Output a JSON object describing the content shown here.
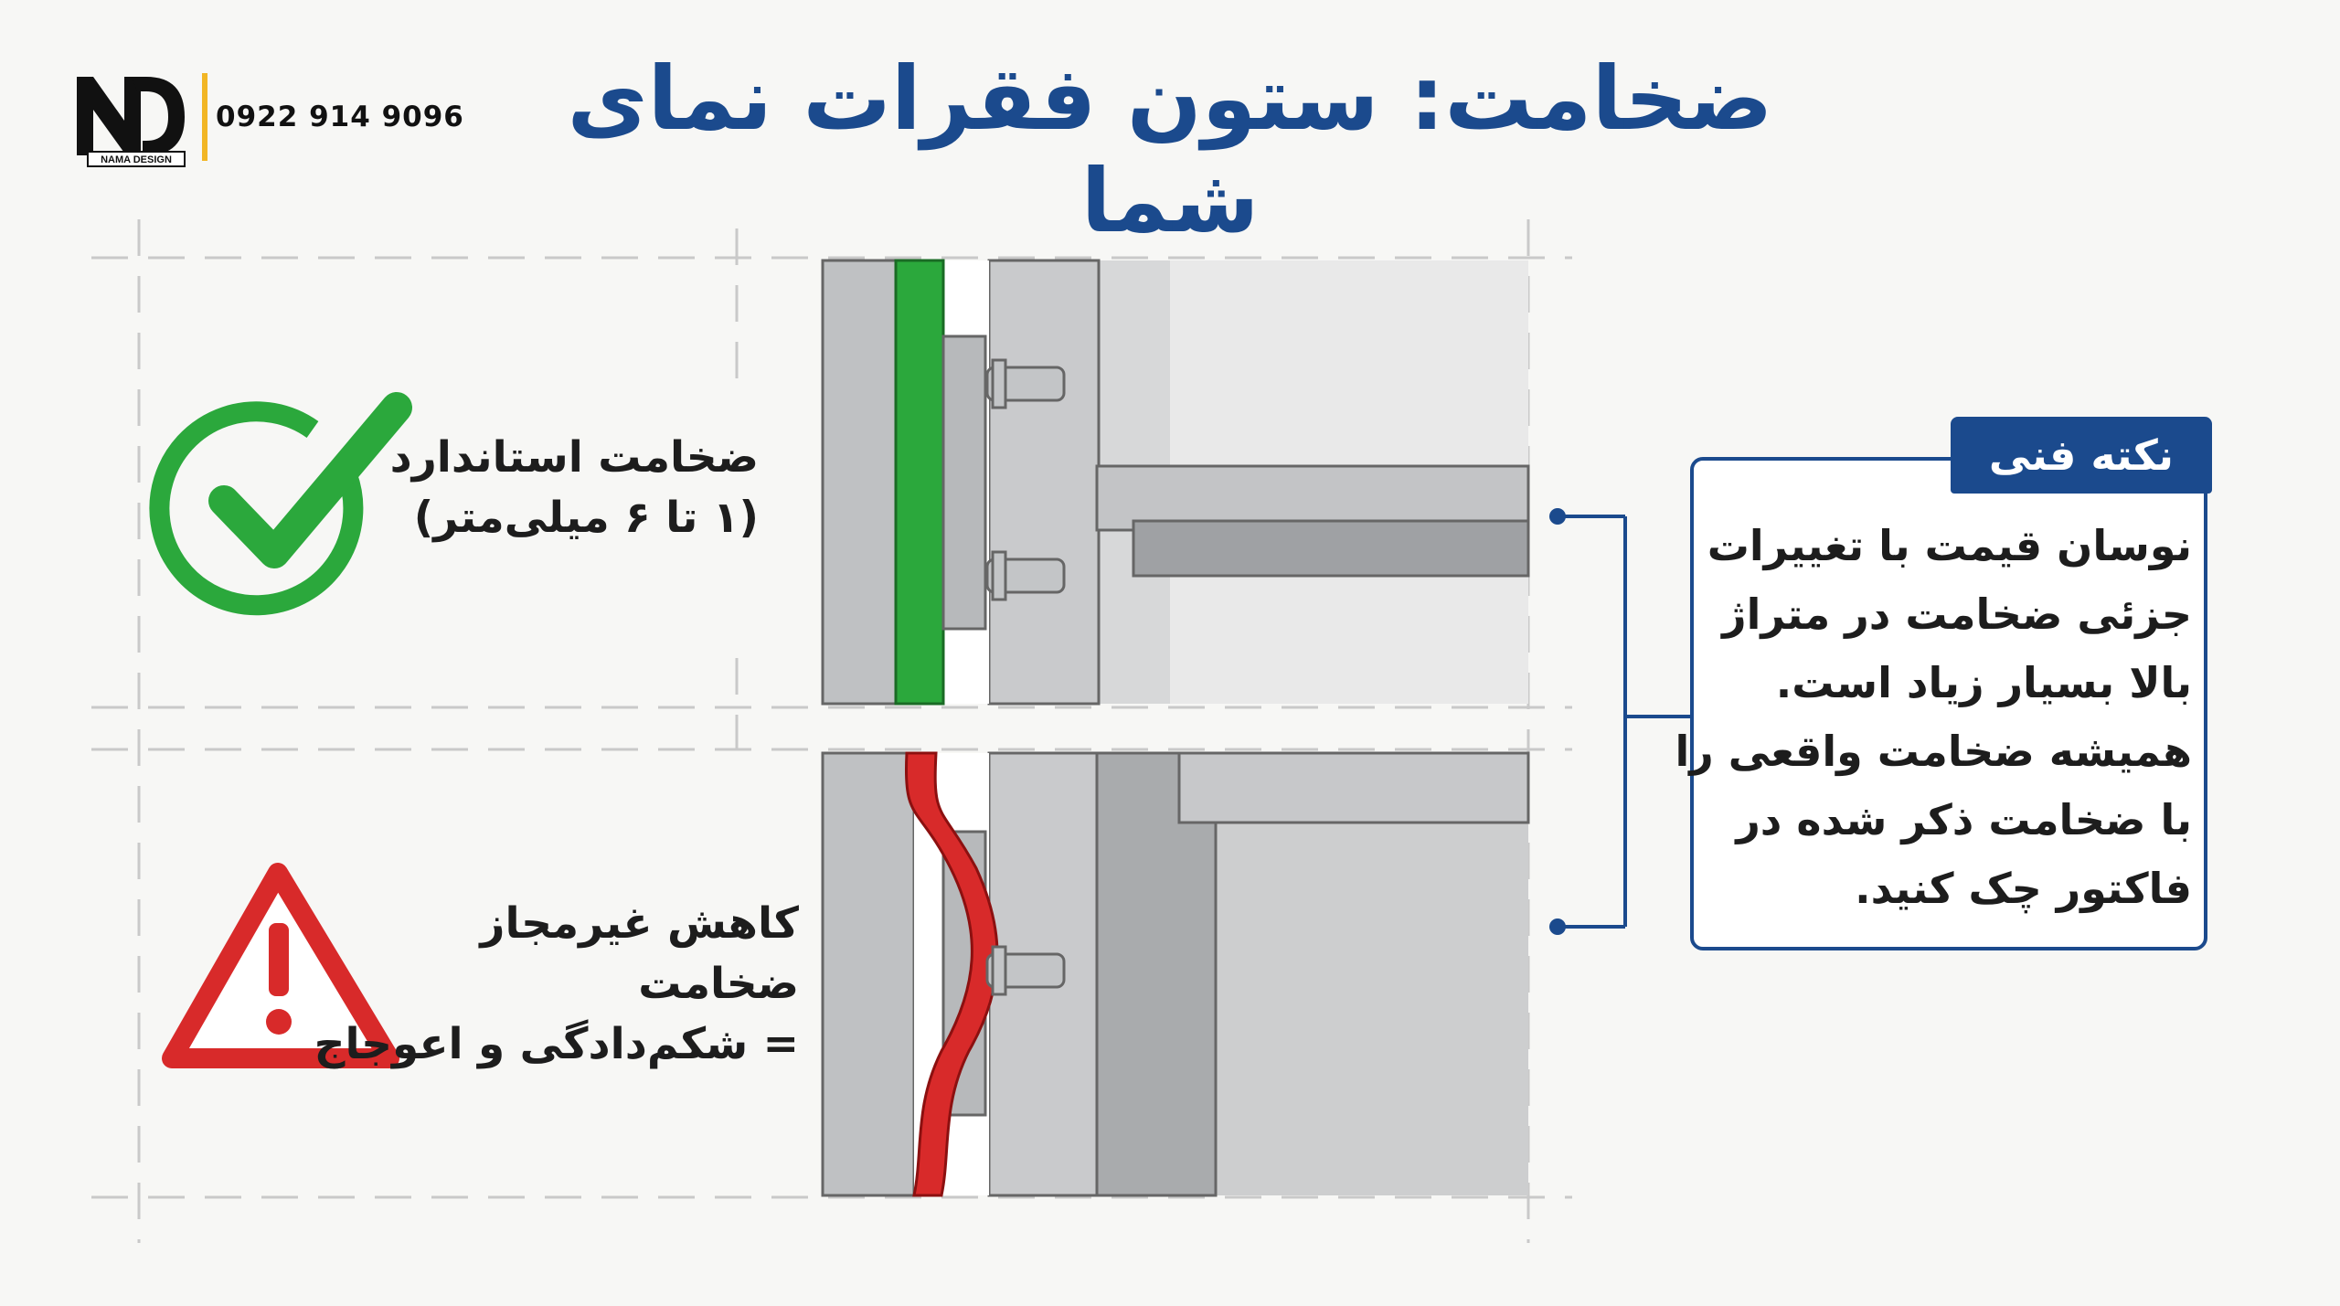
{
  "brand": {
    "logo_text": "ND",
    "logo_subtext": "NAMA DESIGN",
    "phone": "0922 914 9096",
    "accent_color": "#f2b624"
  },
  "title": "ضخامت: ستون فقرات نمای شما",
  "standard": {
    "icon": "check-circle-icon",
    "line1": "ضخامت استاندارد",
    "line2": "(۱ تا ۶ میلی‌متر)",
    "color": "#2ba83c"
  },
  "warning": {
    "icon": "warning-triangle-icon",
    "line1": "کاهش غیرمجاز ضخامت",
    "line2": "= شکم‌دادگی و اعوجاج",
    "color": "#d82a2a"
  },
  "note": {
    "tag": "نکته فنی",
    "lines": [
      "نوسان قیمت با تغییرات",
      "جزئی ضخامت در متراژ",
      "بالا بسیار زیاد است.",
      "همیشه ضخامت واقعی را",
      "با ضخامت ذکر شده در",
      "فاکتور چک کنید."
    ],
    "color": "#1b4a8d"
  }
}
